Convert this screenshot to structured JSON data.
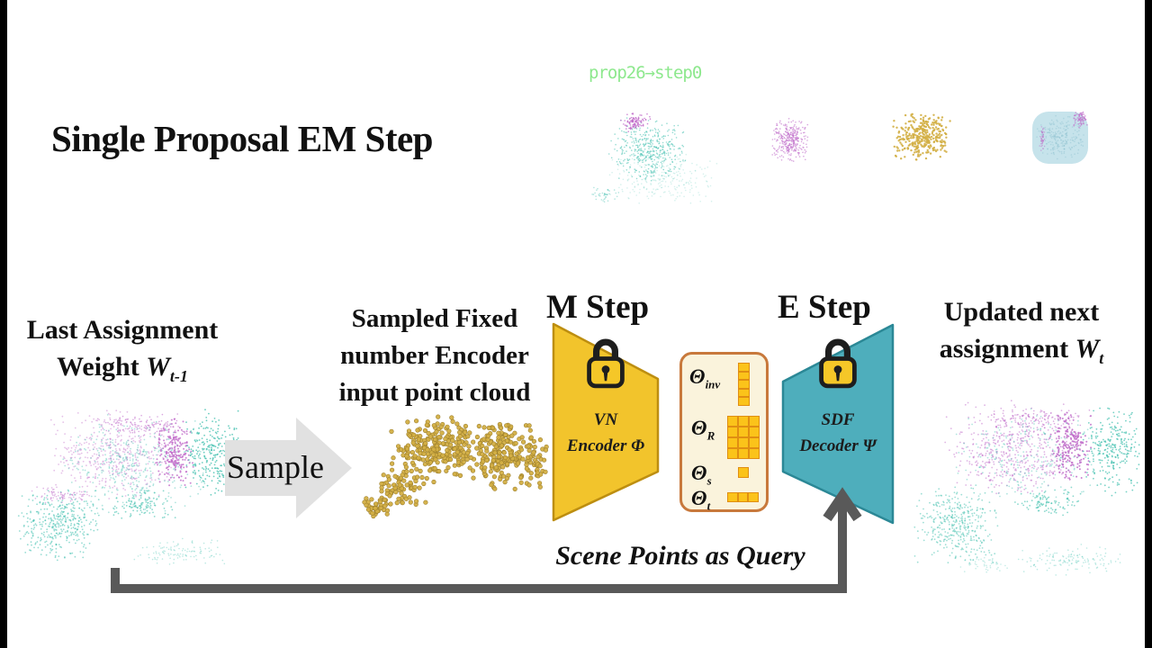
{
  "title": "Single Proposal EM Step",
  "debug_label": "prop26→step0",
  "flow": {
    "last_assignment": {
      "line1": "Last Assignment",
      "line2_prefix": "Weight ",
      "symbol": "W",
      "subscript": "t-1"
    },
    "sample_arrow_label": "Sample",
    "sampled_cloud": {
      "line1": "Sampled Fixed",
      "line2": "number Encoder",
      "line3": "input point cloud"
    },
    "m_step": {
      "title": "M Step",
      "module_line1": "VN",
      "module_line2": "Encoder Φ"
    },
    "e_step": {
      "title": "E Step",
      "module_line1": "SDF",
      "module_line2": "Decoder Ψ"
    },
    "updated_assignment": {
      "line1": "Updated next",
      "line2_prefix": "assignment ",
      "symbol": "W",
      "subscript": "t"
    },
    "scene_points_label": "Scene Points as Query"
  },
  "parameters": {
    "items": [
      {
        "symbol": "Θ",
        "subscript": "inv",
        "blocks": {
          "cols": 1,
          "rows": 5
        }
      },
      {
        "symbol": "Θ",
        "subscript": "R",
        "blocks": {
          "cols": 3,
          "rows": 4
        }
      },
      {
        "symbol": "Θ",
        "subscript": "s",
        "blocks": {
          "cols": 1,
          "rows": 1
        }
      },
      {
        "symbol": "Θ",
        "subscript": "t",
        "blocks": {
          "cols": 3,
          "rows": 1
        }
      }
    ]
  },
  "icons": {
    "lock": "padlock",
    "sample": "block-arrow-right",
    "feedback": "elbow-arrow-up"
  },
  "colors": {
    "encoder_fill": "#f2c42c",
    "encoder_stroke": "#bd8e10",
    "decoder_fill": "#4eaebc",
    "decoder_stroke": "#2b8896",
    "lock_body": "#f5c728",
    "param_box_bg": "#faf3dc",
    "param_box_border": "#c8793c",
    "block_fill": "#fbc31a",
    "block_border": "#e08e12",
    "arrow_gray": "#595959",
    "sample_arrow_fill": "#e1e1e1",
    "debug_green": "#8de88d",
    "cloud_teal": "#3fbfae",
    "cloud_magenta": "#c06cc9",
    "cloud_gold": "#d3af45",
    "cloud_blue": "#7fb8c9"
  }
}
